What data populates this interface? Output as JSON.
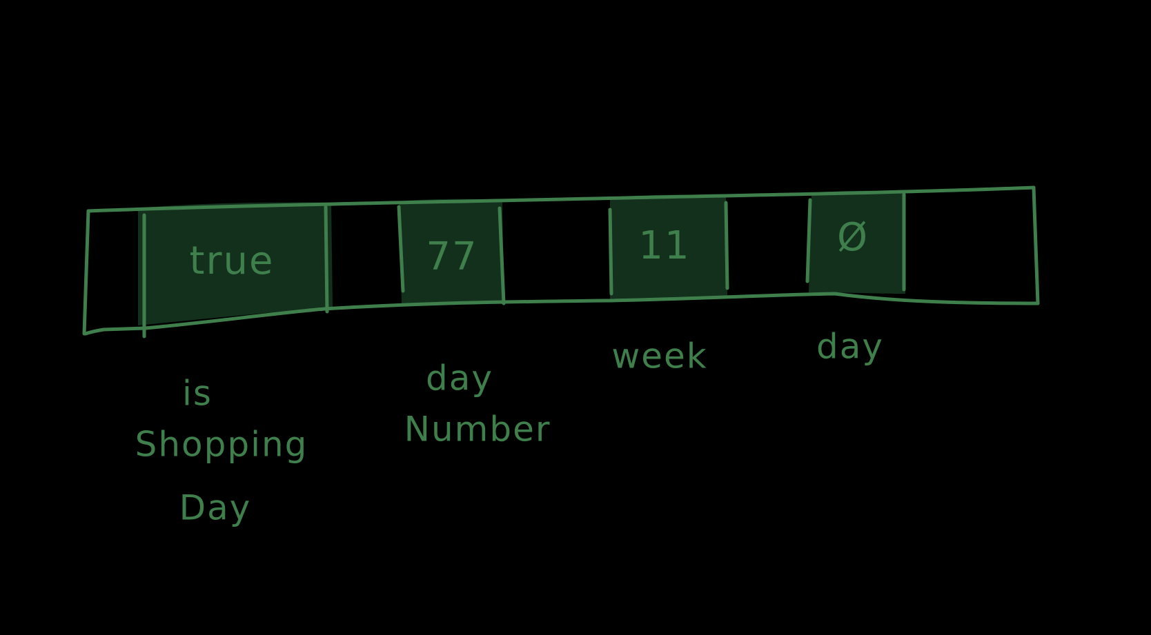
{
  "colors": {
    "background": "#000000",
    "stroke": "#3f7f4c",
    "cell_fill": "#13301d",
    "text": "#3f7f4c"
  },
  "cells": [
    {
      "value": "true",
      "label_lines": [
        "is",
        "Shopping",
        "Day"
      ]
    },
    {
      "value": "77",
      "label_lines": [
        "day",
        "Number"
      ]
    },
    {
      "value": "11",
      "label_lines": [
        "week"
      ]
    },
    {
      "value": "Ø",
      "label_lines": [
        "day"
      ]
    }
  ]
}
